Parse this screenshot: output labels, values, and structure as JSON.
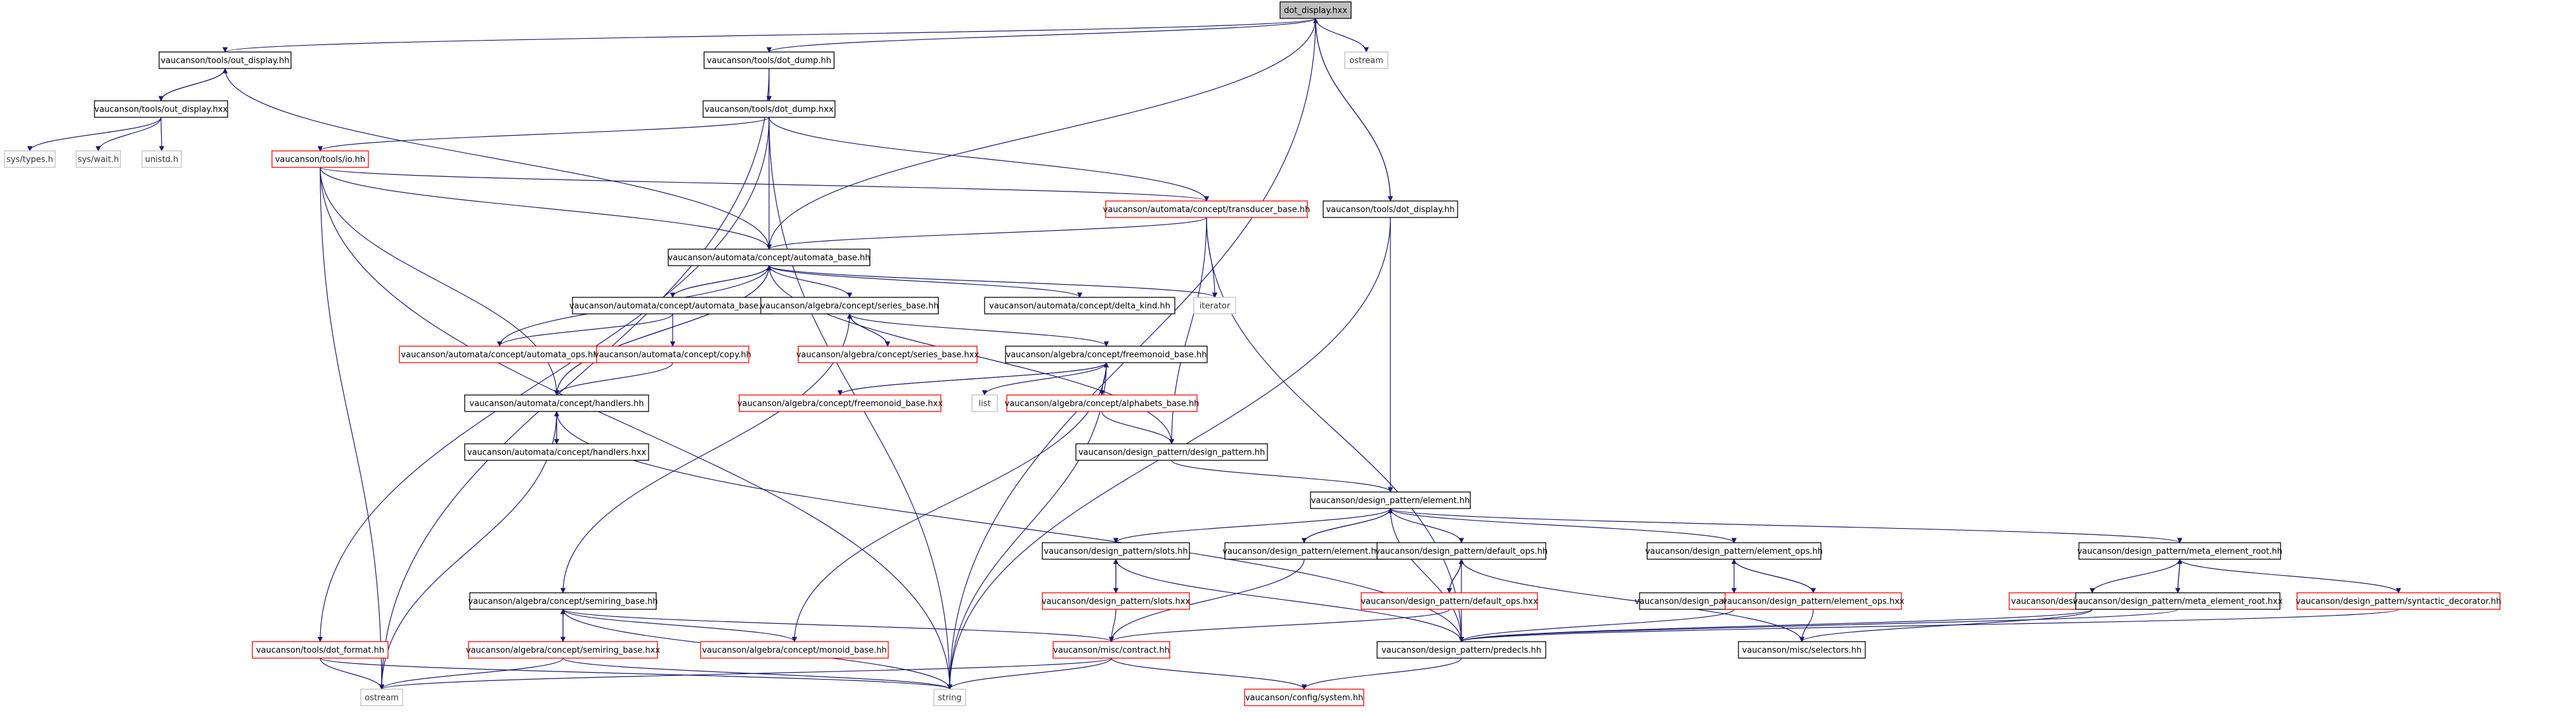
{
  "colors": {
    "edge": "#191970",
    "box_default": "#000000",
    "box_incomplete": "#ff0000",
    "box_external": "#bfbfbf",
    "root_fill": "#bfbfbf",
    "background": "#ffffff"
  },
  "nodes": [
    {
      "id": "root",
      "label": "dot_display.hxx",
      "style": "root"
    },
    {
      "id": "out_display_hh",
      "label": "vaucanson/tools/out_display.hh",
      "style": "normal"
    },
    {
      "id": "dot_dump_hh",
      "label": "vaucanson/tools/dot_dump.hh",
      "style": "normal"
    },
    {
      "id": "ostream",
      "label": "ostream",
      "style": "external"
    },
    {
      "id": "out_display_hxx",
      "label": "vaucanson/tools/out_display.hxx",
      "style": "normal"
    },
    {
      "id": "dot_dump_hxx",
      "label": "vaucanson/tools/dot_dump.hxx",
      "style": "normal"
    },
    {
      "id": "sys_types",
      "label": "sys/types.h",
      "style": "external"
    },
    {
      "id": "sys_wait",
      "label": "sys/wait.h",
      "style": "external"
    },
    {
      "id": "unistd",
      "label": "unistd.h",
      "style": "external"
    },
    {
      "id": "io_hh",
      "label": "vaucanson/tools/io.hh",
      "style": "red"
    },
    {
      "id": "transducer_base_hh",
      "label": "vaucanson/automata/concept/transducer_base.hh",
      "style": "red"
    },
    {
      "id": "tools_dot_display_hh",
      "label": "vaucanson/tools/dot_display.hh",
      "style": "normal"
    },
    {
      "id": "automata_base_hh",
      "label": "vaucanson/automata/concept/automata_base.hh",
      "style": "normal"
    },
    {
      "id": "iterator",
      "label": "iterator",
      "style": "external"
    },
    {
      "id": "automata_base_hxx",
      "label": "vaucanson/automata/concept/automata_base.hxx",
      "style": "normal"
    },
    {
      "id": "series_base_hh",
      "label": "vaucanson/algebra/concept/series_base.hh",
      "style": "normal"
    },
    {
      "id": "delta_kind_hh",
      "label": "vaucanson/automata/concept/delta_kind.hh",
      "style": "normal"
    },
    {
      "id": "automata_ops_hh",
      "label": "vaucanson/automata/concept/automata_ops.hh",
      "style": "red"
    },
    {
      "id": "copy_hh",
      "label": "vaucanson/automata/concept/copy.hh",
      "style": "red"
    },
    {
      "id": "series_base_hxx",
      "label": "vaucanson/algebra/concept/series_base.hxx",
      "style": "red"
    },
    {
      "id": "freemonoid_base_hh",
      "label": "vaucanson/algebra/concept/freemonoid_base.hh",
      "style": "normal"
    },
    {
      "id": "handlers_hh",
      "label": "vaucanson/automata/concept/handlers.hh",
      "style": "normal"
    },
    {
      "id": "freemonoid_base_hxx",
      "label": "vaucanson/algebra/concept/freemonoid_base.hxx",
      "style": "red"
    },
    {
      "id": "list",
      "label": "list",
      "style": "external"
    },
    {
      "id": "alphabets_base_hh",
      "label": "vaucanson/algebra/concept/alphabets_base.hh",
      "style": "red"
    },
    {
      "id": "handlers_hxx",
      "label": "vaucanson/automata/concept/handlers.hxx",
      "style": "normal"
    },
    {
      "id": "design_pattern_hh",
      "label": "vaucanson/design_pattern/design_pattern.hh",
      "style": "normal"
    },
    {
      "id": "element_hh",
      "label": "vaucanson/design_pattern/element.hh",
      "style": "normal"
    },
    {
      "id": "slots_hh",
      "label": "vaucanson/design_pattern/slots.hh",
      "style": "normal"
    },
    {
      "id": "element_hxx",
      "label": "vaucanson/design_pattern/element.hxx",
      "style": "normal"
    },
    {
      "id": "default_ops_hh",
      "label": "vaucanson/design_pattern/default_ops.hh",
      "style": "normal"
    },
    {
      "id": "element_ops_hh",
      "label": "vaucanson/design_pattern/element_ops.hh",
      "style": "normal"
    },
    {
      "id": "meta_element_root_hh",
      "label": "vaucanson/design_pattern/meta_element_root.hh",
      "style": "normal"
    },
    {
      "id": "slots_hxx",
      "label": "vaucanson/design_pattern/slots.hxx",
      "style": "red"
    },
    {
      "id": "default_ops_hxx",
      "label": "vaucanson/design_pattern/default_ops.hxx",
      "style": "red"
    },
    {
      "id": "element_op_traits_hh",
      "label": "vaucanson/design_pattern/element_op_traits.hh",
      "style": "normal"
    },
    {
      "id": "element_ops_hxx",
      "label": "vaucanson/design_pattern/element_ops.hxx",
      "style": "red"
    },
    {
      "id": "structure_hh",
      "label": "vaucanson/design_pattern/structure.hh",
      "style": "red"
    },
    {
      "id": "meta_element_root_hxx",
      "label": "vaucanson/design_pattern/meta_element_root.hxx",
      "style": "normal"
    },
    {
      "id": "syntactic_decorator_hh",
      "label": "vaucanson/design_pattern/syntactic_decorator.hh",
      "style": "red"
    },
    {
      "id": "semiring_base_hh",
      "label": "vaucanson/algebra/concept/semiring_base.hh",
      "style": "normal"
    },
    {
      "id": "dot_format_hh",
      "label": "vaucanson/tools/dot_format.hh",
      "style": "red"
    },
    {
      "id": "semiring_base_hxx",
      "label": "vaucanson/algebra/concept/semiring_base.hxx",
      "style": "red"
    },
    {
      "id": "monoid_base_hh",
      "label": "vaucanson/algebra/concept/monoid_base.hh",
      "style": "red"
    },
    {
      "id": "contract_hh",
      "label": "vaucanson/misc/contract.hh",
      "style": "red"
    },
    {
      "id": "predecls_hh",
      "label": "vaucanson/design_pattern/predecls.hh",
      "style": "normal"
    },
    {
      "id": "selectors_hh",
      "label": "vaucanson/misc/selectors.hh",
      "style": "normal"
    },
    {
      "id": "istream",
      "label": "ostream",
      "style": "external"
    },
    {
      "id": "string",
      "label": "string",
      "style": "external"
    },
    {
      "id": "system_hh",
      "label": "vaucanson/config/system.hh",
      "style": "red"
    }
  ],
  "edges": [
    [
      "root",
      "out_display_hh"
    ],
    [
      "root",
      "dot_dump_hh"
    ],
    [
      "root",
      "ostream"
    ],
    [
      "root",
      "tools_dot_display_hh"
    ],
    [
      "root",
      "automata_base_hh"
    ],
    [
      "root",
      "string"
    ],
    [
      "out_display_hh",
      "out_display_hxx"
    ],
    [
      "out_display_hxx",
      "out_display_hh"
    ],
    [
      "out_display_hh",
      "automata_base_hh"
    ],
    [
      "out_display_hxx",
      "sys_types"
    ],
    [
      "out_display_hxx",
      "sys_wait"
    ],
    [
      "out_display_hxx",
      "unistd"
    ],
    [
      "dot_dump_hh",
      "dot_dump_hxx"
    ],
    [
      "dot_dump_hh",
      "istream"
    ],
    [
      "dot_dump_hxx",
      "io_hh"
    ],
    [
      "dot_dump_hxx",
      "transducer_base_hh"
    ],
    [
      "dot_dump_hxx",
      "automata_base_hh"
    ],
    [
      "dot_dump_hxx",
      "dot_format_hh"
    ],
    [
      "dot_dump_hxx",
      "string"
    ],
    [
      "io_hh",
      "automata_base_hh"
    ],
    [
      "io_hh",
      "handlers_hh"
    ],
    [
      "io_hh",
      "transducer_base_hh"
    ],
    [
      "io_hh",
      "istream"
    ],
    [
      "io_hh",
      "string"
    ],
    [
      "transducer_base_hh",
      "automata_base_hh"
    ],
    [
      "transducer_base_hh",
      "iterator"
    ],
    [
      "transducer_base_hh",
      "design_pattern_hh"
    ],
    [
      "transducer_base_hh",
      "predecls_hh"
    ],
    [
      "tools_dot_display_hh",
      "root"
    ],
    [
      "tools_dot_display_hh",
      "element_hh"
    ],
    [
      "tools_dot_display_hh",
      "string"
    ],
    [
      "automata_base_hh",
      "automata_base_hxx"
    ],
    [
      "automata_base_hxx",
      "automata_base_hh"
    ],
    [
      "automata_base_hh",
      "series_base_hh"
    ],
    [
      "automata_base_hh",
      "delta_kind_hh"
    ],
    [
      "automata_base_hh",
      "iterator"
    ],
    [
      "automata_base_hh",
      "design_pattern_hh"
    ],
    [
      "automata_base_hh",
      "handlers_hh"
    ],
    [
      "automata_base_hxx",
      "automata_ops_hh"
    ],
    [
      "automata_base_hxx",
      "copy_hh"
    ],
    [
      "automata_ops_hh",
      "automata_base_hh"
    ],
    [
      "copy_hh",
      "handlers_hh"
    ],
    [
      "series_base_hh",
      "series_base_hxx"
    ],
    [
      "series_base_hxx",
      "series_base_hh"
    ],
    [
      "series_base_hh",
      "freemonoid_base_hh"
    ],
    [
      "series_base_hh",
      "semiring_base_hh"
    ],
    [
      "freemonoid_base_hh",
      "freemonoid_base_hxx"
    ],
    [
      "freemonoid_base_hxx",
      "freemonoid_base_hh"
    ],
    [
      "freemonoid_base_hh",
      "list"
    ],
    [
      "freemonoid_base_hh",
      "alphabets_base_hh"
    ],
    [
      "freemonoid_base_hh",
      "monoid_base_hh"
    ],
    [
      "freemonoid_base_hh",
      "string"
    ],
    [
      "alphabets_base_hh",
      "design_pattern_hh"
    ],
    [
      "handlers_hh",
      "handlers_hxx"
    ],
    [
      "handlers_hxx",
      "handlers_hh"
    ],
    [
      "handlers_hh",
      "automata_base_hh"
    ],
    [
      "handlers_hh",
      "istream"
    ],
    [
      "handlers_hh",
      "predecls_hh"
    ],
    [
      "design_pattern_hh",
      "element_hh"
    ],
    [
      "element_hh",
      "slots_hh"
    ],
    [
      "element_hh",
      "element_hxx"
    ],
    [
      "element_hxx",
      "element_hh"
    ],
    [
      "element_hh",
      "default_ops_hh"
    ],
    [
      "element_hh",
      "element_ops_hh"
    ],
    [
      "element_hh",
      "meta_element_root_hh"
    ],
    [
      "element_hh",
      "predecls_hh"
    ],
    [
      "slots_hh",
      "slots_hxx"
    ],
    [
      "slots_hxx",
      "slots_hh"
    ],
    [
      "slots_hh",
      "predecls_hh"
    ],
    [
      "slots_hxx",
      "contract_hh"
    ],
    [
      "element_hxx",
      "contract_hh"
    ],
    [
      "default_ops_hh",
      "default_ops_hxx"
    ],
    [
      "default_ops_hxx",
      "default_ops_hh"
    ],
    [
      "default_ops_hh",
      "predecls_hh"
    ],
    [
      "default_ops_hh",
      "selectors_hh"
    ],
    [
      "default_ops_hxx",
      "contract_hh"
    ],
    [
      "element_ops_hh",
      "element_ops_hxx"
    ],
    [
      "element_ops_hxx",
      "element_ops_hh"
    ],
    [
      "element_ops_hh",
      "element_op_traits_hh"
    ],
    [
      "element_op_traits_hh",
      "predecls_hh"
    ],
    [
      "element_ops_hxx",
      "selectors_hh"
    ],
    [
      "meta_element_root_hh",
      "structure_hh"
    ],
    [
      "meta_element_root_hh",
      "meta_element_root_hxx"
    ],
    [
      "meta_element_root_hxx",
      "meta_element_root_hh"
    ],
    [
      "meta_element_root_hh",
      "syntactic_decorator_hh"
    ],
    [
      "structure_hh",
      "predecls_hh"
    ],
    [
      "structure_hh",
      "selectors_hh"
    ],
    [
      "meta_element_root_hxx",
      "predecls_hh"
    ],
    [
      "syntactic_decorator_hh",
      "predecls_hh"
    ],
    [
      "semiring_base_hh",
      "semiring_base_hxx"
    ],
    [
      "semiring_base_hxx",
      "semiring_base_hh"
    ],
    [
      "semiring_base_hh",
      "monoid_base_hh"
    ],
    [
      "semiring_base_hh",
      "contract_hh"
    ],
    [
      "semiring_base_hh",
      "string"
    ],
    [
      "semiring_base_hxx",
      "istream"
    ],
    [
      "semiring_base_hxx",
      "string"
    ],
    [
      "dot_format_hh",
      "istream"
    ],
    [
      "dot_format_hh",
      "string"
    ],
    [
      "contract_hh",
      "istream"
    ],
    [
      "contract_hh",
      "string"
    ],
    [
      "contract_hh",
      "system_hh"
    ],
    [
      "predecls_hh",
      "system_hh"
    ]
  ]
}
